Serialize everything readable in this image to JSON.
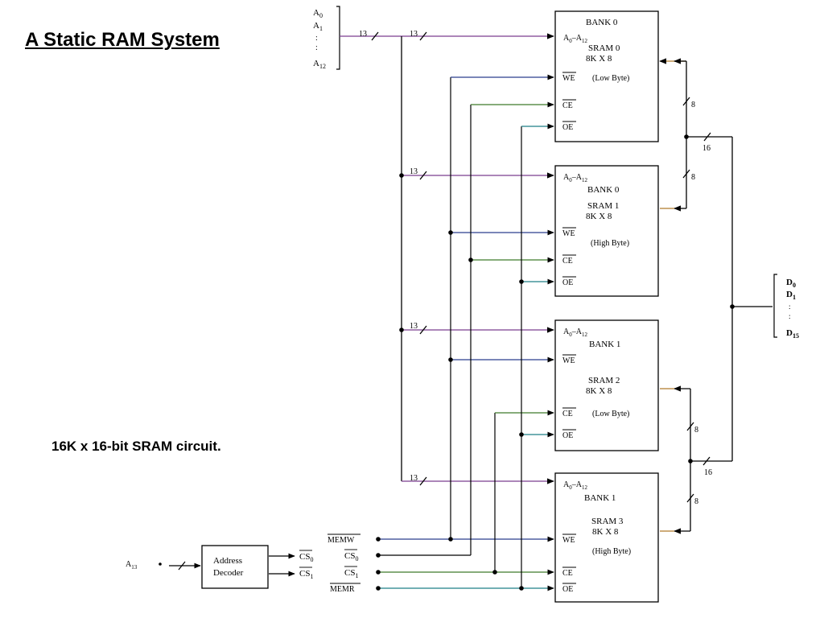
{
  "title": "A Static RAM System",
  "caption": "16K x 16-bit SRAM circuit.",
  "address_bus": {
    "a0": "A",
    "a0_sub": "0",
    "a1": "A",
    "a1_sub": "1",
    "a12": "A",
    "a12_sub": "12",
    "dots": ":"
  },
  "bus_widths": {
    "addr": "13",
    "data_byte": "8",
    "data_word": "16"
  },
  "chips": [
    {
      "addr_pre": "A",
      "addr_s1": "0",
      "addr_mid": "–A",
      "addr_s2": "12",
      "bank": "BANK 0",
      "name": "SRAM 0",
      "size": "8K X 8",
      "byte": "(Low Byte)"
    },
    {
      "addr_pre": "A",
      "addr_s1": "0",
      "addr_mid": "–A",
      "addr_s2": "12",
      "bank": "BANK 0",
      "name": "SRAM 1",
      "size": "8K X 8",
      "byte": "(High Byte)"
    },
    {
      "addr_pre": "A",
      "addr_s1": "0",
      "addr_mid": "–A",
      "addr_s2": "12",
      "bank": "BANK 1",
      "name": "SRAM 2",
      "size": "8K X 8",
      "byte": "(Low Byte)"
    },
    {
      "addr_pre": "A",
      "addr_s1": "0",
      "addr_mid": "–A",
      "addr_s2": "12",
      "bank": "BANK 1",
      "name": "SRAM 3",
      "size": "8K X 8",
      "byte": "(High Byte)"
    }
  ],
  "pins": {
    "we": "WE",
    "ce": "CE",
    "oe": "OE"
  },
  "data_bus": {
    "d0": "D",
    "d0_sub": "0",
    "d1": "D",
    "d1_sub": "1",
    "d15": "D",
    "d15_sub": "15",
    "dots": ":"
  },
  "decoder": {
    "line1": "Address",
    "line2": "Decoder",
    "input": "A",
    "input_sub": "13",
    "out0": "CS",
    "out0_sub": "0",
    "out1": "CS",
    "out1_sub": "1"
  },
  "signals": {
    "memw": "MEMW",
    "cs0": "CS",
    "cs0_sub": "0",
    "cs1": "CS",
    "cs1_sub": "1",
    "memr": "MEMR"
  },
  "colors": {
    "addr": "#7a3f8f",
    "we": "#2b3f8e",
    "ce": "#3f7a2b",
    "oe": "#1e7f86",
    "data": "#b07a2a",
    "line": "#000000"
  }
}
